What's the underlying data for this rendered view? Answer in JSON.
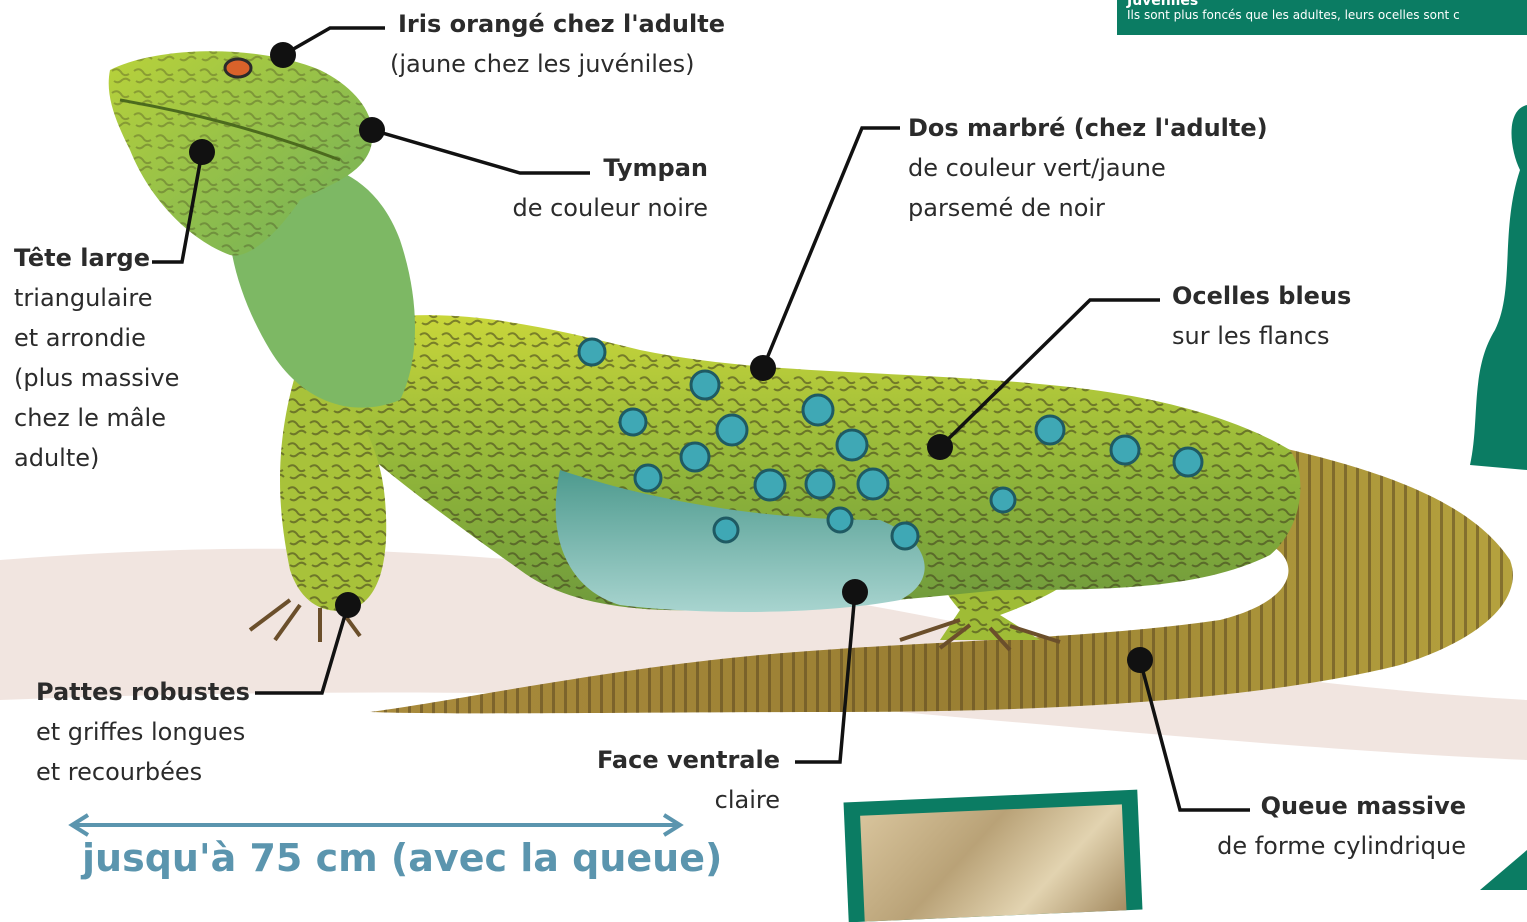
{
  "labels": {
    "iris": {
      "title": "Iris orangé chez l'adulte",
      "desc": "(jaune chez les juvéniles)"
    },
    "tympan": {
      "title": "Tympan",
      "desc": "de couleur noire"
    },
    "dos": {
      "title": "Dos marbré (chez l'adulte)",
      "desc1": "de couleur vert/jaune",
      "desc2": "parsemé de noir"
    },
    "ocelles": {
      "title": "Ocelles bleus",
      "desc": "sur les flancs"
    },
    "tete": {
      "title": "Tête large",
      "desc1": "triangulaire",
      "desc2": "et arrondie",
      "desc3": "(plus massive",
      "desc4": "chez le mâle",
      "desc5": "adulte)"
    },
    "pattes": {
      "title": "Pattes robustes",
      "desc1": "et griffes longues",
      "desc2": "et recourbées"
    },
    "ventrale": {
      "title": "Face ventrale",
      "desc": "claire"
    },
    "queue": {
      "title": "Queue massive",
      "desc": "de forme cylindrique"
    }
  },
  "scale": {
    "text": "jusqu'à 75 cm (avec la queue)"
  },
  "juveniles_box": {
    "title": "Juvéniles",
    "text": "Ils sont plus foncés que les adultes, leurs ocelles sont c"
  },
  "colors": {
    "accent": "#0b7c63",
    "scale": "#5b95ae",
    "leader": "#111111"
  }
}
